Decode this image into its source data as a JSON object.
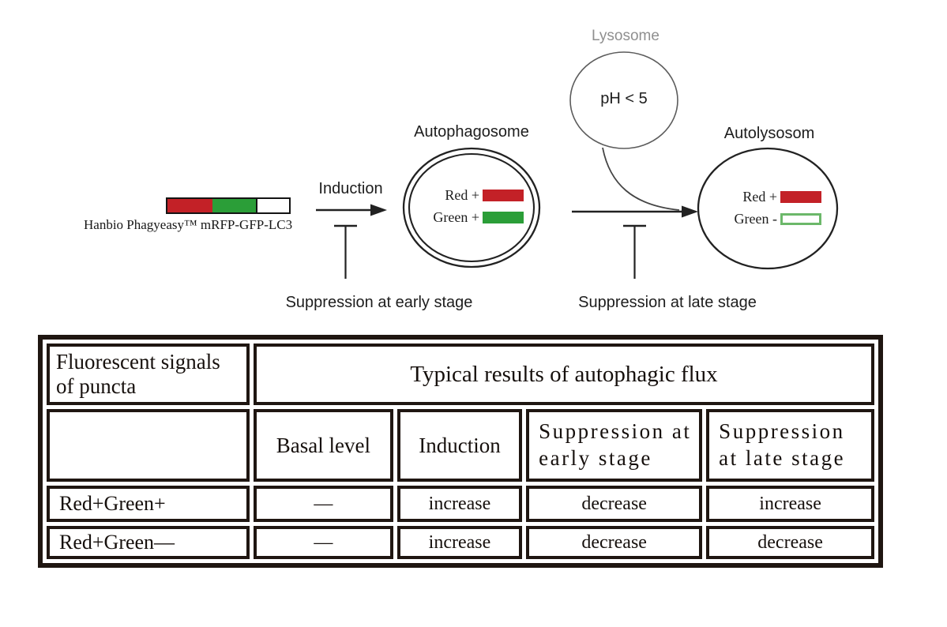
{
  "diagram": {
    "construct": {
      "label": "Hanbio Phagyeasy™ mRFP-GFP-LC3",
      "segment_colors": {
        "mrfp": "#c32127",
        "gfp": "#2b9e38",
        "lc3": "#ffffff"
      }
    },
    "induction_label": "Induction",
    "suppression_early_label": "Suppression at early stage",
    "suppression_late_label": "Suppression at late stage",
    "autophagosome": {
      "title": "Autophagosome",
      "signals": [
        {
          "label": "Red +",
          "bar": "red-filled"
        },
        {
          "label": "Green +",
          "bar": "green-filled"
        }
      ]
    },
    "lysosome": {
      "title": "Lysosome",
      "ph_label": "pH < 5"
    },
    "autolysosome": {
      "title": "Autolysosom",
      "signals": [
        {
          "label": "Red +",
          "bar": "red-filled"
        },
        {
          "label": "Green -",
          "bar": "green-outline"
        }
      ]
    }
  },
  "table": {
    "corner_header": "Fluorescent signals of puncta",
    "span_header": "Typical results of autophagic flux",
    "col_headers": [
      "Basal level",
      "Induction",
      "Suppression at early stage",
      "Suppression at late stage"
    ],
    "rows": [
      {
        "label": "Red+Green+",
        "values": [
          "—",
          "increase",
          "decrease",
          "increase"
        ]
      },
      {
        "label": "Red+Green—",
        "values": [
          "—",
          "increase",
          "decrease",
          "decrease"
        ]
      }
    ]
  },
  "colors": {
    "red_signal": "#c32127",
    "green_signal": "#2b9e38",
    "green_outline": "#6cb86a",
    "lysosome_stroke": "#5c5c5c",
    "gray_label": "#8f8f8f",
    "table_border": "#1f1611",
    "line_color": "#222222"
  }
}
